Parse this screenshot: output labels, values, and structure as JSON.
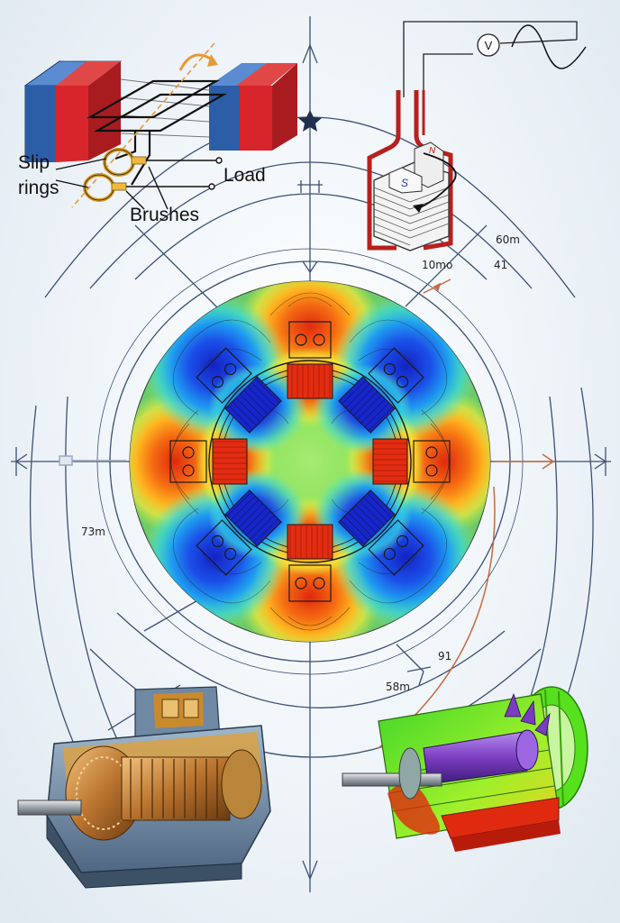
{
  "generator_labels": {
    "slip": "Slip",
    "rings": "rings",
    "load": "Load",
    "brushes": "Brushes"
  },
  "transformer": {
    "voltmeter": "V",
    "pole_north": "N",
    "pole_south": "S"
  },
  "dimensions": {
    "d1": "60m",
    "d2": "10mo",
    "d3": "41",
    "d4": "73m",
    "d5": "91",
    "d6": "58m"
  },
  "colors": {
    "magnet_red": "#d8252b",
    "magnet_blue": "#2c5ea8",
    "coil_red": "#b8201c",
    "field_blue": "#1726c8",
    "field_red": "#e32c10",
    "field_green": "#86e05a",
    "construction_line": "#3d4f73",
    "fem_green": "#56e01e",
    "fem_purple": "#7a3cc0"
  },
  "icons": [
    "rotation-arrow-icon",
    "star-marker-icon",
    "sine-wave-icon",
    "voltmeter-icon"
  ]
}
